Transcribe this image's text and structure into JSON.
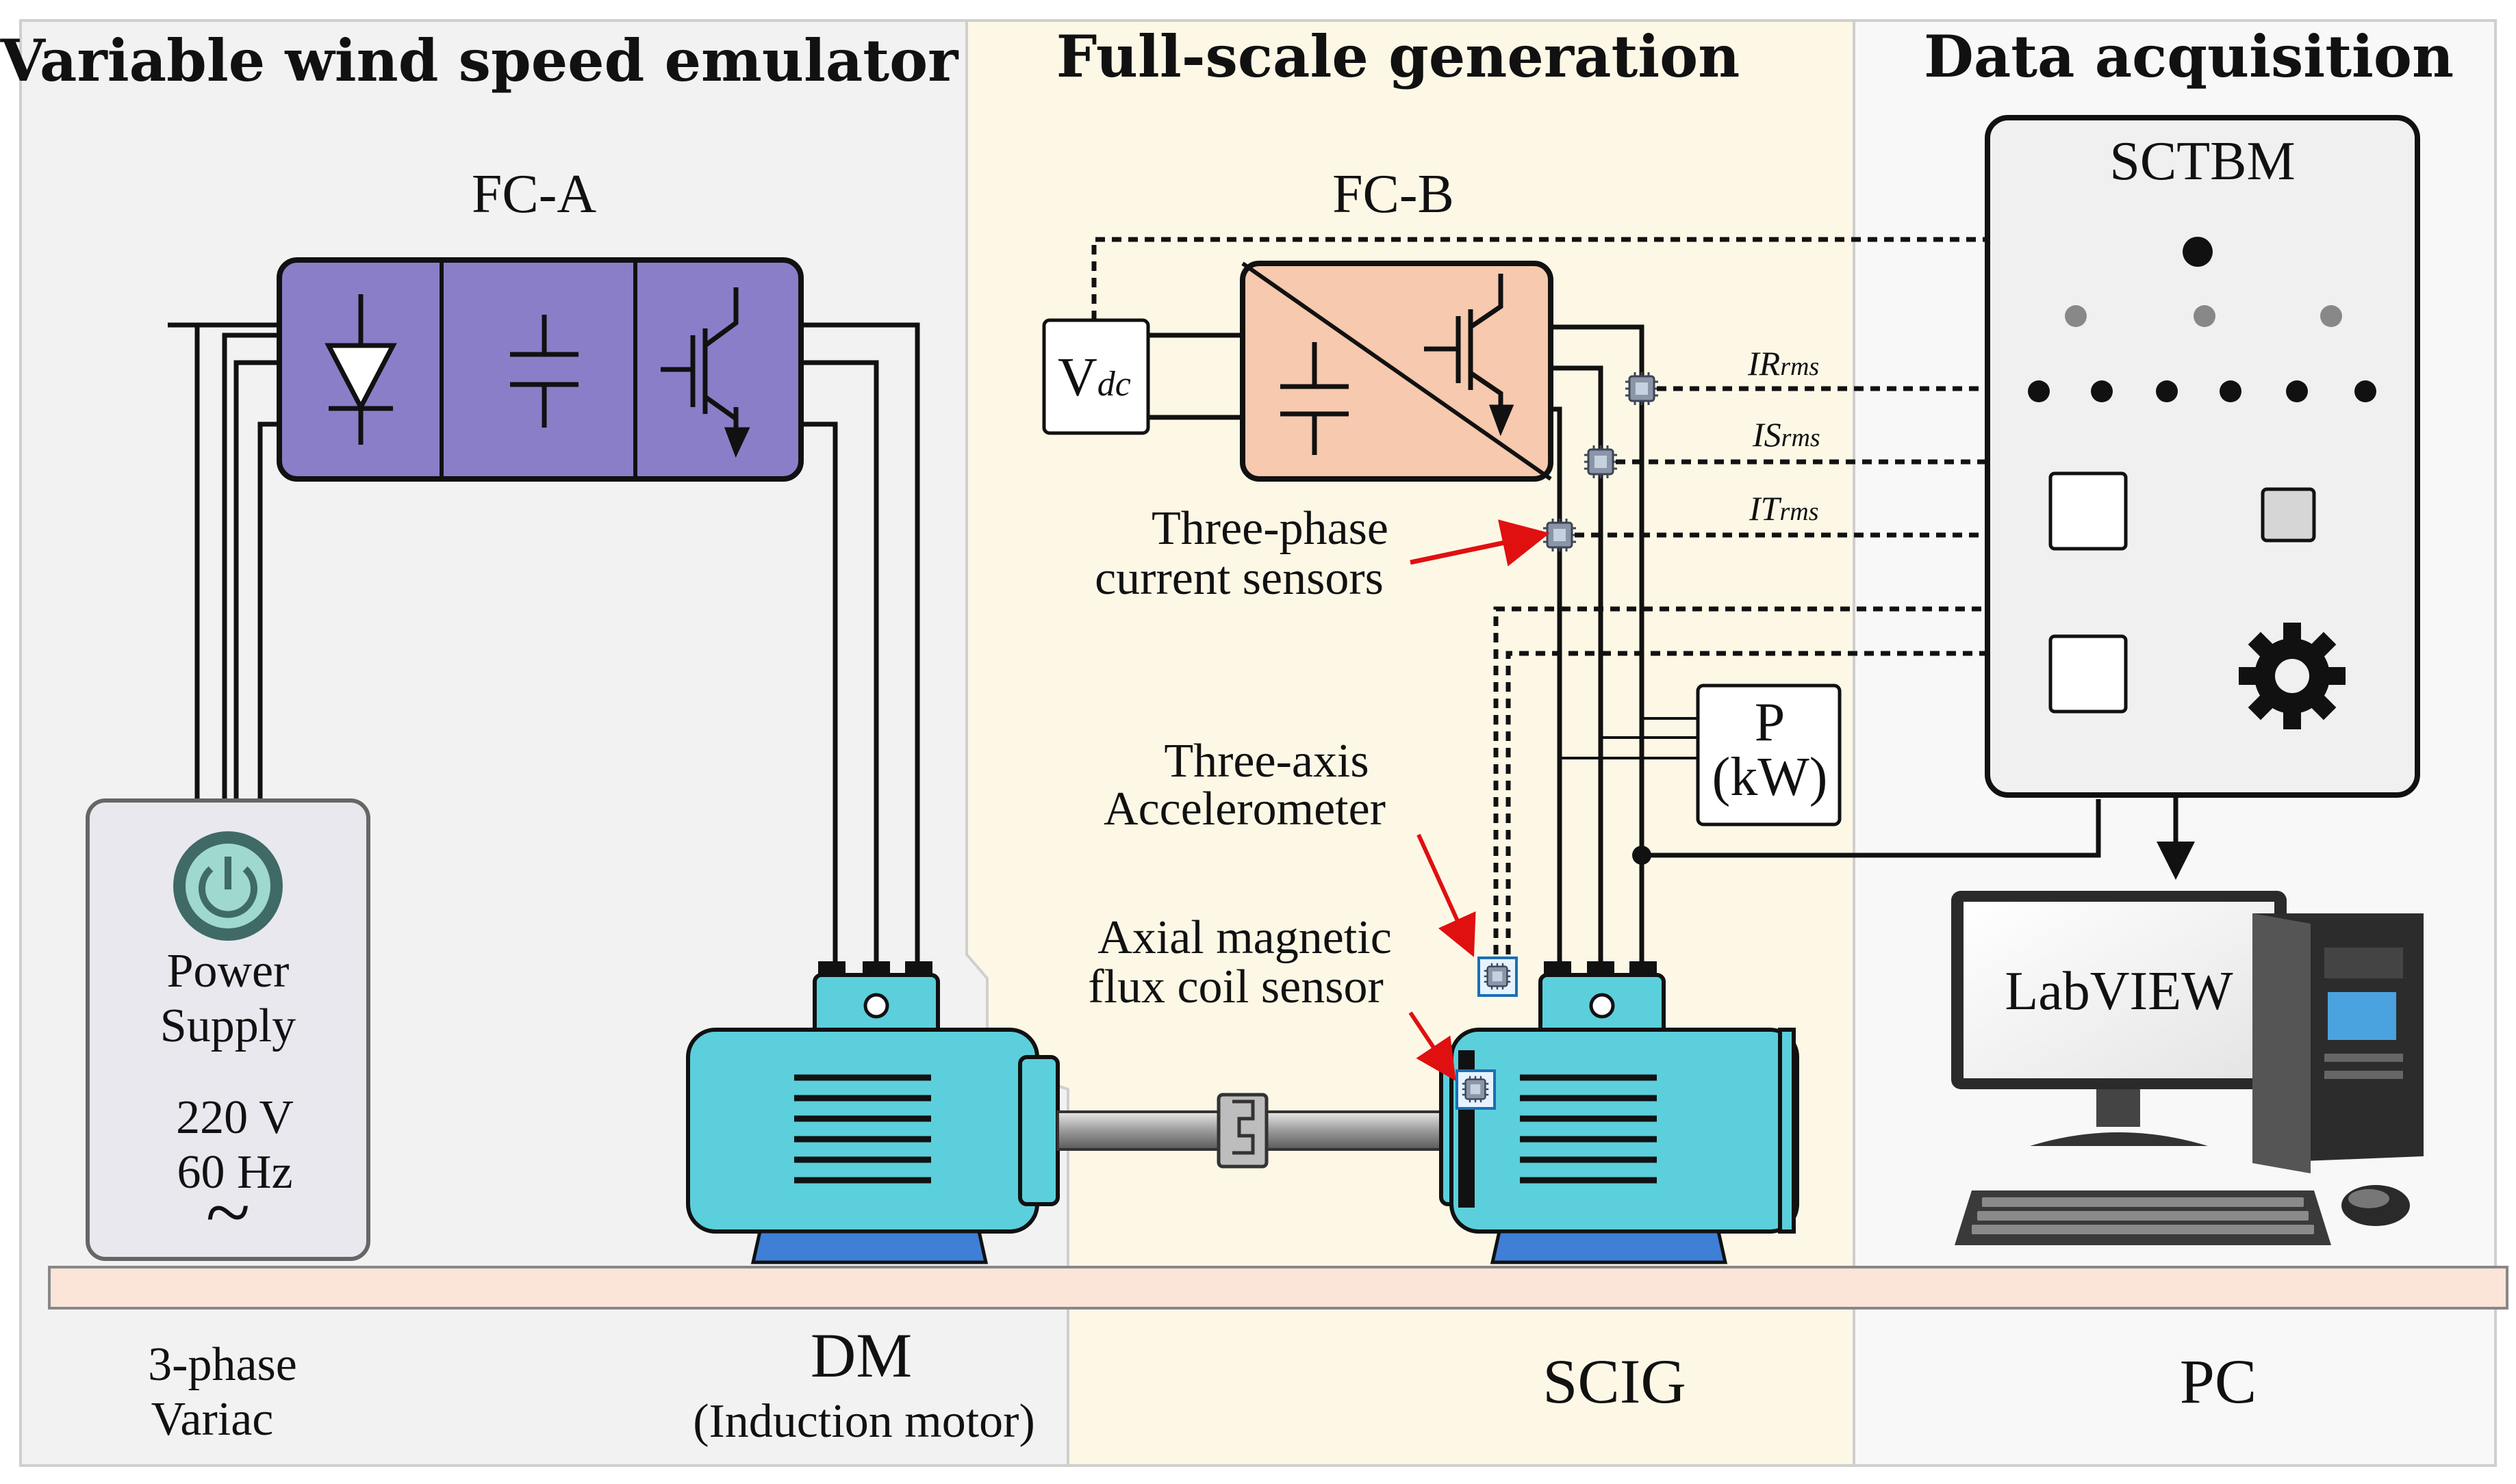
{
  "sections": {
    "emulator_title": "Variable wind speed emulator",
    "generation_title": "Full-scale generation",
    "acquisition_title": "Data acquisition"
  },
  "converters": {
    "fc_a": "FC-A",
    "fc_b": "FC-B"
  },
  "power_supply": {
    "label_line1": "Power",
    "label_line2": "Supply",
    "voltage": "220 V",
    "frequency": "60 Hz",
    "ac_symbol": "~"
  },
  "vdc": {
    "main": "V",
    "sub": "dc"
  },
  "signals": {
    "ir": {
      "main": "IR",
      "sub": "rms"
    },
    "is": {
      "main": "IS",
      "sub": "rms"
    },
    "it": {
      "main": "IT",
      "sub": "rms"
    }
  },
  "annotations": {
    "current_sensors_line1": "Three-phase",
    "current_sensors_line2": "current sensors",
    "accelerometer_line1": "Three-axis",
    "accelerometer_line2": "Accelerometer",
    "flux_line1": "Axial magnetic",
    "flux_line2": "flux coil sensor"
  },
  "power_meter": {
    "line1": "P",
    "line2": "(kW)"
  },
  "sctbm": {
    "title": "SCTBM"
  },
  "pc": {
    "screen_text": "LabVIEW"
  },
  "bottom_labels": {
    "variac_line1": "3-phase",
    "variac_line2": "Variac",
    "dm": "DM",
    "dm_sub": "(Induction motor)",
    "scig": "SCIG",
    "pc": "PC"
  },
  "colors": {
    "converter_a": "#8b7ec8",
    "converter_b": "#f7c9ae",
    "motor": "#5ccfdc",
    "motor_base": "#3f7fd6",
    "floor": "#fbe4d8",
    "panel_left": "#f2f2f2",
    "panel_middle": "#fdf8e6",
    "panel_right": "#f8f8f8",
    "red_arrow": "#e01010"
  },
  "icons": [
    "power-icon",
    "diode-icon",
    "capacitor-icon",
    "igbt-icon",
    "gear-icon",
    "sensor-chip-icon",
    "monitor-icon",
    "keyboard-icon",
    "mouse-icon",
    "pc-tower-icon"
  ]
}
